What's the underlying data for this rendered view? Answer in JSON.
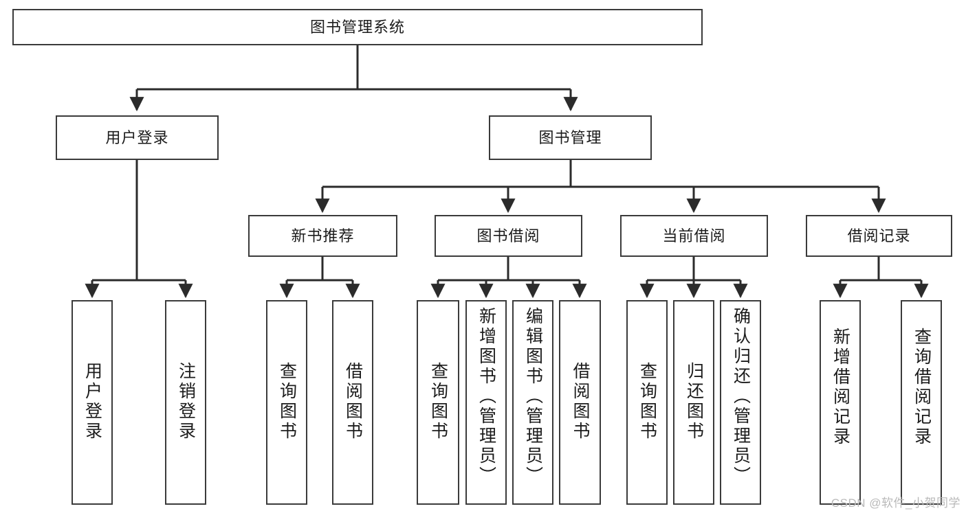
{
  "diagram": {
    "type": "tree-hierarchy-chart",
    "title": "图书管理系统",
    "colors": {
      "box_border": "#3a3a3a",
      "box_fill": "#ffffff",
      "edge": "#2b2b2b",
      "text": "#1b1b1b",
      "watermark": "#b9b9b9"
    },
    "nodes": {
      "root": {
        "label": "图书管理系统",
        "level": 0,
        "orientation": "horizontal"
      },
      "l1": [
        {
          "id": "user-login",
          "label": "用户登录",
          "orientation": "horizontal"
        },
        {
          "id": "book-manage",
          "label": "图书管理",
          "orientation": "horizontal"
        }
      ],
      "l2": [
        {
          "id": "new-book-recommend",
          "label": "新书推荐",
          "orientation": "horizontal"
        },
        {
          "id": "book-borrow",
          "label": "图书借阅",
          "orientation": "horizontal"
        },
        {
          "id": "current-borrow",
          "label": "当前借阅",
          "orientation": "horizontal"
        },
        {
          "id": "borrow-record",
          "label": "借阅记录",
          "orientation": "horizontal"
        }
      ],
      "leaves": [
        {
          "id": "leaf-user-login",
          "label": "用户登录",
          "parent": "user-login"
        },
        {
          "id": "leaf-logout",
          "label": "注销登录",
          "parent": "user-login"
        },
        {
          "id": "leaf-query-book-1",
          "label": "查询图书",
          "parent": "new-book-recommend"
        },
        {
          "id": "leaf-borrow-book-1",
          "label": "借阅图书",
          "parent": "new-book-recommend"
        },
        {
          "id": "leaf-query-book-2",
          "label": "查询图书",
          "parent": "book-borrow"
        },
        {
          "id": "leaf-add-book",
          "label": "新增图书（管理员）",
          "parent": "book-borrow"
        },
        {
          "id": "leaf-edit-book",
          "label": "编辑图书（管理员）",
          "parent": "book-borrow"
        },
        {
          "id": "leaf-borrow-book-2",
          "label": "借阅图书",
          "parent": "book-borrow"
        },
        {
          "id": "leaf-query-book-3",
          "label": "查询图书",
          "parent": "current-borrow"
        },
        {
          "id": "leaf-return-book",
          "label": "归还图书",
          "parent": "current-borrow"
        },
        {
          "id": "leaf-confirm-return",
          "label": "确认归还（管理员）",
          "parent": "current-borrow"
        },
        {
          "id": "leaf-add-record",
          "label": "新增借阅记录",
          "parent": "borrow-record"
        },
        {
          "id": "leaf-query-record",
          "label": "查询借阅记录",
          "parent": "borrow-record"
        }
      ]
    },
    "watermark": "CSDN @软件_小贺同学"
  }
}
